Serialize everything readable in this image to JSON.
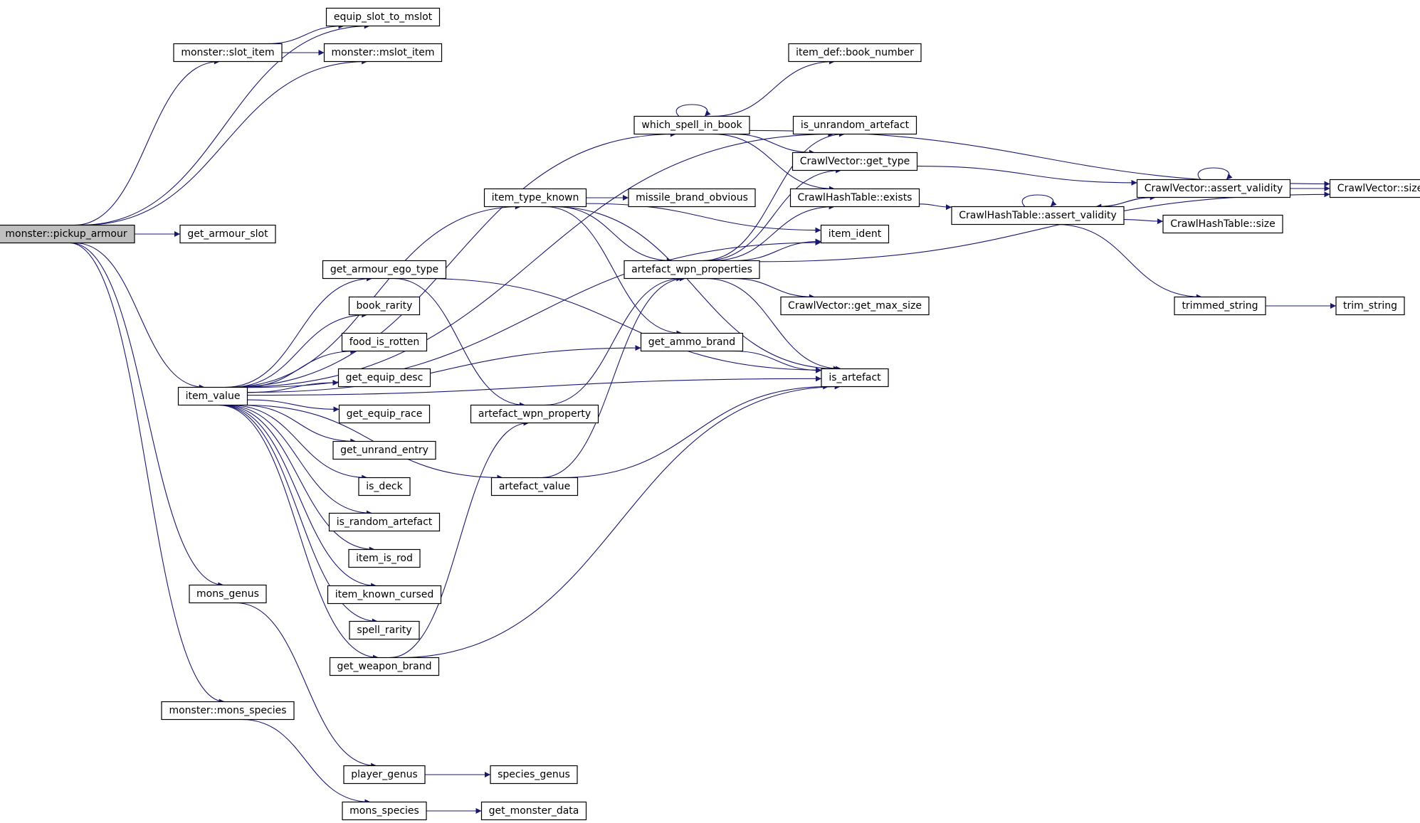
{
  "diagram": {
    "type": "call-graph",
    "edge_color": "#191970",
    "root_fill": "#bfbfbf",
    "nodes": [
      {
        "id": "pickup_armour",
        "label": "monster::pickup_armour",
        "root": true
      },
      {
        "id": "equip_slot_to_mslot",
        "label": "equip_slot_to_mslot"
      },
      {
        "id": "slot_item",
        "label": "monster::slot_item"
      },
      {
        "id": "mslot_item",
        "label": "monster::mslot_item"
      },
      {
        "id": "get_armour_slot",
        "label": "get_armour_slot"
      },
      {
        "id": "item_value",
        "label": "item_value"
      },
      {
        "id": "mons_genus",
        "label": "mons_genus"
      },
      {
        "id": "mons_species_m",
        "label": "monster::mons_species"
      },
      {
        "id": "get_armour_ego_type",
        "label": "get_armour_ego_type"
      },
      {
        "id": "book_rarity",
        "label": "book_rarity"
      },
      {
        "id": "food_is_rotten",
        "label": "food_is_rotten"
      },
      {
        "id": "get_equip_desc",
        "label": "get_equip_desc"
      },
      {
        "id": "get_equip_race",
        "label": "get_equip_race"
      },
      {
        "id": "get_unrand_entry",
        "label": "get_unrand_entry"
      },
      {
        "id": "is_deck",
        "label": "is_deck"
      },
      {
        "id": "is_random_artefact",
        "label": "is_random_artefact"
      },
      {
        "id": "item_is_rod",
        "label": "item_is_rod"
      },
      {
        "id": "item_known_cursed",
        "label": "item_known_cursed"
      },
      {
        "id": "spell_rarity",
        "label": "spell_rarity"
      },
      {
        "id": "get_weapon_brand",
        "label": "get_weapon_brand"
      },
      {
        "id": "player_genus",
        "label": "player_genus"
      },
      {
        "id": "mons_species",
        "label": "mons_species"
      },
      {
        "id": "species_genus",
        "label": "species_genus"
      },
      {
        "id": "get_monster_data",
        "label": "get_monster_data"
      },
      {
        "id": "artefact_wpn_property",
        "label": "artefact_wpn_property"
      },
      {
        "id": "artefact_value",
        "label": "artefact_value"
      },
      {
        "id": "which_spell_in_book",
        "label": "which_spell_in_book"
      },
      {
        "id": "item_type_known",
        "label": "item_type_known"
      },
      {
        "id": "missile_brand_obvious",
        "label": "missile_brand_obvious"
      },
      {
        "id": "artefact_wpn_properties",
        "label": "artefact_wpn_properties"
      },
      {
        "id": "get_ammo_brand",
        "label": "get_ammo_brand"
      },
      {
        "id": "book_number",
        "label": "item_def::book_number"
      },
      {
        "id": "is_unrandom_artefact",
        "label": "is_unrandom_artefact"
      },
      {
        "id": "cv_get_type",
        "label": "CrawlVector::get_type"
      },
      {
        "id": "cht_exists",
        "label": "CrawlHashTable::exists"
      },
      {
        "id": "item_ident",
        "label": "item_ident"
      },
      {
        "id": "cv_get_max_size",
        "label": "CrawlVector::get_max_size"
      },
      {
        "id": "is_artefact",
        "label": "is_artefact"
      },
      {
        "id": "cht_assert_validity",
        "label": "CrawlHashTable::assert_validity"
      },
      {
        "id": "cv_assert_validity",
        "label": "CrawlVector::assert_validity"
      },
      {
        "id": "cv_size",
        "label": "CrawlVector::size"
      },
      {
        "id": "cht_size",
        "label": "CrawlHashTable::size"
      },
      {
        "id": "trimmed_string",
        "label": "trimmed_string"
      },
      {
        "id": "trim_string",
        "label": "trim_string"
      }
    ],
    "edges": [
      [
        "pickup_armour",
        "equip_slot_to_mslot"
      ],
      [
        "pickup_armour",
        "slot_item"
      ],
      [
        "pickup_armour",
        "mslot_item"
      ],
      [
        "pickup_armour",
        "get_armour_slot"
      ],
      [
        "pickup_armour",
        "item_value"
      ],
      [
        "pickup_armour",
        "mons_genus"
      ],
      [
        "pickup_armour",
        "mons_species_m"
      ],
      [
        "slot_item",
        "equip_slot_to_mslot"
      ],
      [
        "slot_item",
        "mslot_item"
      ],
      [
        "item_value",
        "is_unrandom_artefact"
      ],
      [
        "item_value",
        "which_spell_in_book"
      ],
      [
        "item_value",
        "item_ident"
      ],
      [
        "item_value",
        "item_type_known"
      ],
      [
        "item_value",
        "get_ammo_brand"
      ],
      [
        "item_value",
        "get_armour_ego_type"
      ],
      [
        "item_value",
        "book_rarity"
      ],
      [
        "item_value",
        "food_is_rotten"
      ],
      [
        "item_value",
        "get_equip_desc"
      ],
      [
        "item_value",
        "get_equip_race"
      ],
      [
        "item_value",
        "get_unrand_entry"
      ],
      [
        "item_value",
        "is_deck"
      ],
      [
        "item_value",
        "is_random_artefact"
      ],
      [
        "item_value",
        "item_is_rod"
      ],
      [
        "item_value",
        "item_known_cursed"
      ],
      [
        "item_value",
        "spell_rarity"
      ],
      [
        "item_value",
        "get_weapon_brand"
      ],
      [
        "item_value",
        "artefact_value"
      ],
      [
        "item_value",
        "is_artefact"
      ],
      [
        "mons_genus",
        "player_genus"
      ],
      [
        "mons_species_m",
        "mons_species"
      ],
      [
        "player_genus",
        "species_genus"
      ],
      [
        "mons_species",
        "get_monster_data"
      ],
      [
        "get_armour_ego_type",
        "artefact_wpn_property"
      ],
      [
        "get_armour_ego_type",
        "is_artefact"
      ],
      [
        "get_weapon_brand",
        "artefact_wpn_property"
      ],
      [
        "get_weapon_brand",
        "is_artefact"
      ],
      [
        "artefact_value",
        "artefact_wpn_properties"
      ],
      [
        "artefact_value",
        "is_artefact"
      ],
      [
        "artefact_wpn_property",
        "artefact_wpn_properties"
      ],
      [
        "which_spell_in_book",
        "which_spell_in_book"
      ],
      [
        "which_spell_in_book",
        "book_number"
      ],
      [
        "which_spell_in_book",
        "cv_get_type"
      ],
      [
        "which_spell_in_book",
        "cht_exists"
      ],
      [
        "which_spell_in_book",
        "cv_size"
      ],
      [
        "item_type_known",
        "missile_brand_obvious"
      ],
      [
        "item_type_known",
        "item_ident"
      ],
      [
        "item_type_known",
        "get_ammo_brand"
      ],
      [
        "item_type_known",
        "artefact_wpn_properties"
      ],
      [
        "item_type_known",
        "is_artefact"
      ],
      [
        "get_ammo_brand",
        "is_artefact"
      ],
      [
        "artefact_wpn_properties",
        "is_unrandom_artefact"
      ],
      [
        "artefact_wpn_properties",
        "cv_get_type"
      ],
      [
        "artefact_wpn_properties",
        "cht_exists"
      ],
      [
        "artefact_wpn_properties",
        "item_ident"
      ],
      [
        "artefact_wpn_properties",
        "cv_get_max_size"
      ],
      [
        "artefact_wpn_properties",
        "is_artefact"
      ],
      [
        "artefact_wpn_properties",
        "cv_size"
      ],
      [
        "cv_get_type",
        "cv_assert_validity"
      ],
      [
        "cht_exists",
        "cht_assert_validity"
      ],
      [
        "cht_assert_validity",
        "cht_assert_validity"
      ],
      [
        "cht_assert_validity",
        "cv_assert_validity"
      ],
      [
        "cht_assert_validity",
        "cht_size"
      ],
      [
        "cht_assert_validity",
        "trimmed_string"
      ],
      [
        "cv_assert_validity",
        "cv_assert_validity"
      ],
      [
        "cv_assert_validity",
        "cht_assert_validity"
      ],
      [
        "cv_assert_validity",
        "cv_size"
      ],
      [
        "trimmed_string",
        "trim_string"
      ]
    ]
  }
}
